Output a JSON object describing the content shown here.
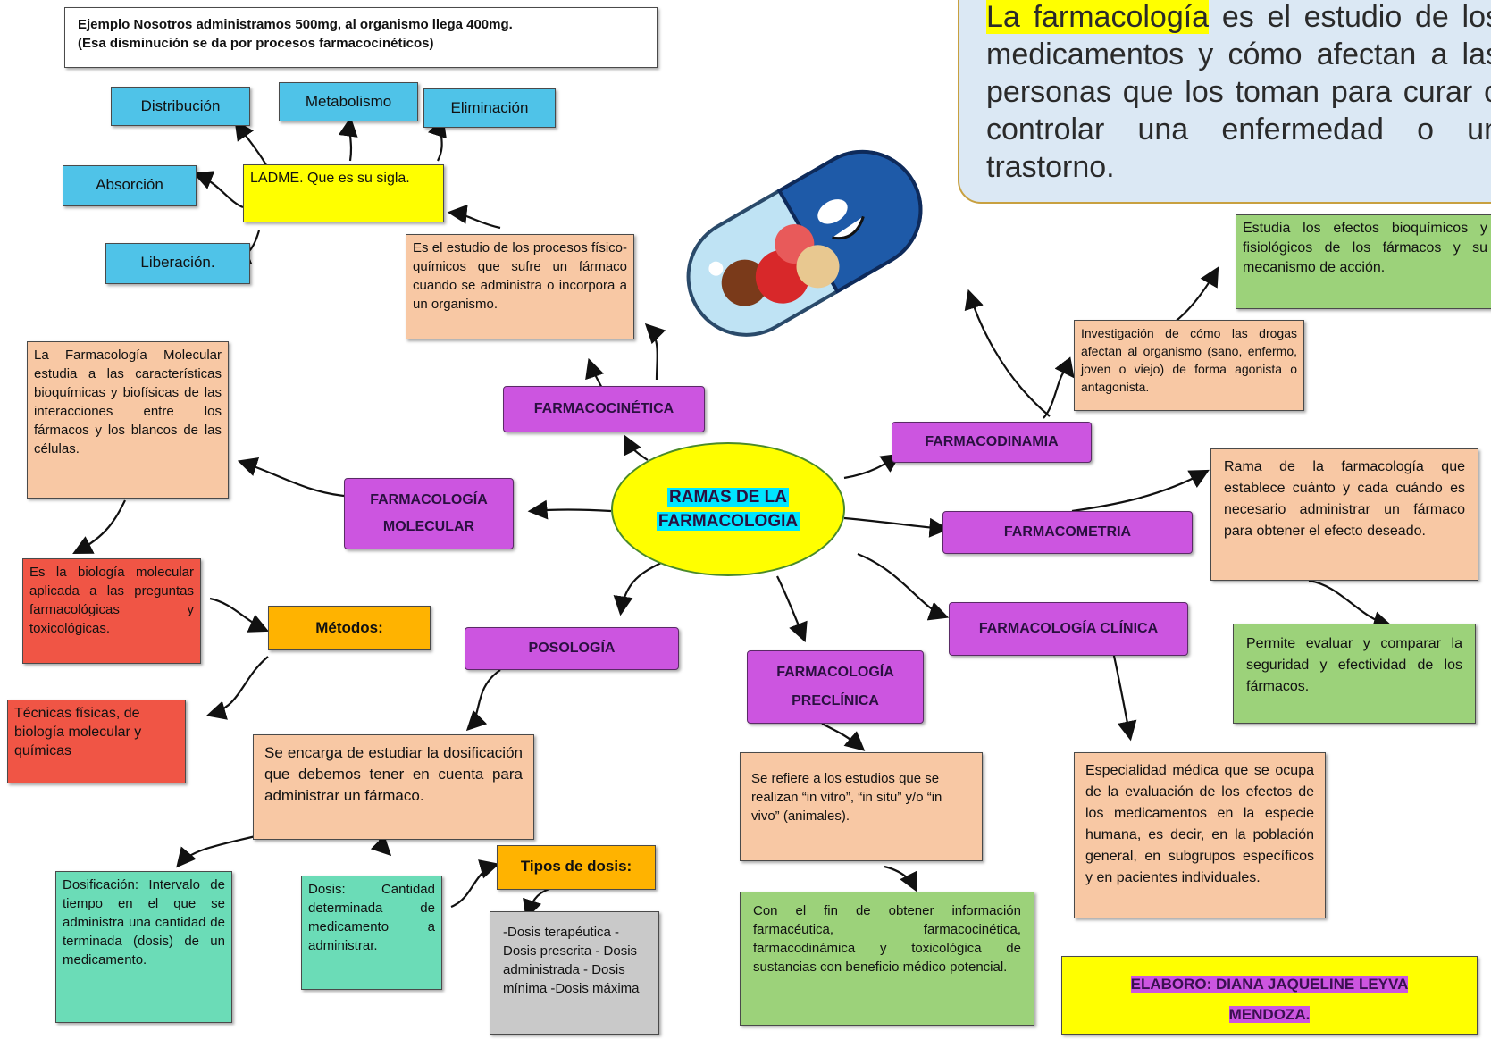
{
  "example": {
    "line1": "Ejemplo    Nosotros administramos 500mg, al organismo llega 400mg.",
    "line2": "(Esa disminución se da por procesos farmacocinéticos)"
  },
  "callout": {
    "highlight": "La farmacología",
    "rest": " es el estudio de los medicamentos y cómo afectan a las personas que los toman para curar o controlar una enfermedad o un trastorno."
  },
  "center": {
    "line1": "RAMAS DE LA",
    "line2": "FARMACOLOGIA"
  },
  "branches": {
    "farmacocinetica": "FARMACOCINÉTICA",
    "farmacodinamia": "FARMACODINAMIA",
    "farmacologia_molecular_1": "FARMACOLOGÍA",
    "farmacologia_molecular_2": "MOLECULAR",
    "farmacometria": "FARMACOMETRIA",
    "farmacologia_clinica": "FARMACOLOGÍA CLÍNICA",
    "posologia": "POSOLOGÍA",
    "farmacologia_preclinica_1": "FARMACOLOGÍA",
    "farmacologia_preclinica_2": "PRECLÍNICA"
  },
  "ladme": {
    "distribucion": "Distribución",
    "metabolismo": "Metabolismo",
    "eliminacion": "Eliminación",
    "absorcion": "Absorción",
    "liberacion": "Liberación.",
    "sigla": "LADME. Que es su sigla."
  },
  "texts": {
    "farmacocinetica_def": "Es el estudio de los procesos físico-químicos que sufre un fármaco cuando se administra o incorpora a un organismo.",
    "molecular_def": "La Farmacología Molecular estudia a las características bioquímicas y biofísicas de las interacciones entre los fármacos y los blancos de las células.",
    "biologia_molecular": "Es la biología molecular aplicada a las preguntas farmacológicas y toxicológicas.",
    "metodos": "Métodos:",
    "tecnicas": "Técnicas físicas, de biología molecular y químicas",
    "posologia_def": "Se encarga de estudiar la dosificación que debemos tener en cuenta para administrar un fármaco.",
    "dosificacion": "Dosificación: Intervalo de tiempo en el que se administra una cantidad de terminada (dosis) de un medicamento.",
    "dosis": "Dosis: Cantidad determinada de medicamento a administrar.",
    "tipos_dosis": "Tipos de dosis:",
    "tipos_lista": "-Dosis terapéutica -Dosis prescrita - Dosis administrada - Dosis mínima -Dosis máxima",
    "preclinica_def": "Se refiere a los estudios que se realizan “in vitro”, “in situ” y/o “in vivo” (animales).",
    "preclinica_fin": "Con el fin de obtener información farmacéutica, farmacocinética, farmacodinámica y toxicológica de sustancias con beneficio médico potencial.",
    "clinica_def": "Especialidad médica que se ocupa de la evaluación de los efectos de los medicamentos en la especie humana, es decir, en la población general, en subgrupos específicos y en pacientes individuales.",
    "farmacodinamia_def": "Investigación de cómo las drogas afectan al organismo (sano, enfermo, joven o viejo) de forma agonista o antagonista.",
    "farmacodinamia_efectos": "Estudia los efectos bioquímicos y fisiológicos de los fármacos y su mecanismo de acción.",
    "farmacometria_def": "Rama de la farmacología que establece cuánto y cada cuándo es necesario administrar un fármaco para obtener el efecto deseado.",
    "farmacometria_eval": "Permite evaluar y comparar la seguridad y efectividad de los fármacos."
  },
  "credit": {
    "line1": "ELABORO: DIANA JAQUELINE LEYVA",
    "line2": "MENDOZA."
  },
  "colors": {
    "branch": "#cc55e0",
    "center": "#ffff00",
    "peach": "#f8c8a4",
    "green": "#9cd27a",
    "teal": "#6bdcb7",
    "red": "#f05545",
    "blue": "#4fc3e8"
  }
}
